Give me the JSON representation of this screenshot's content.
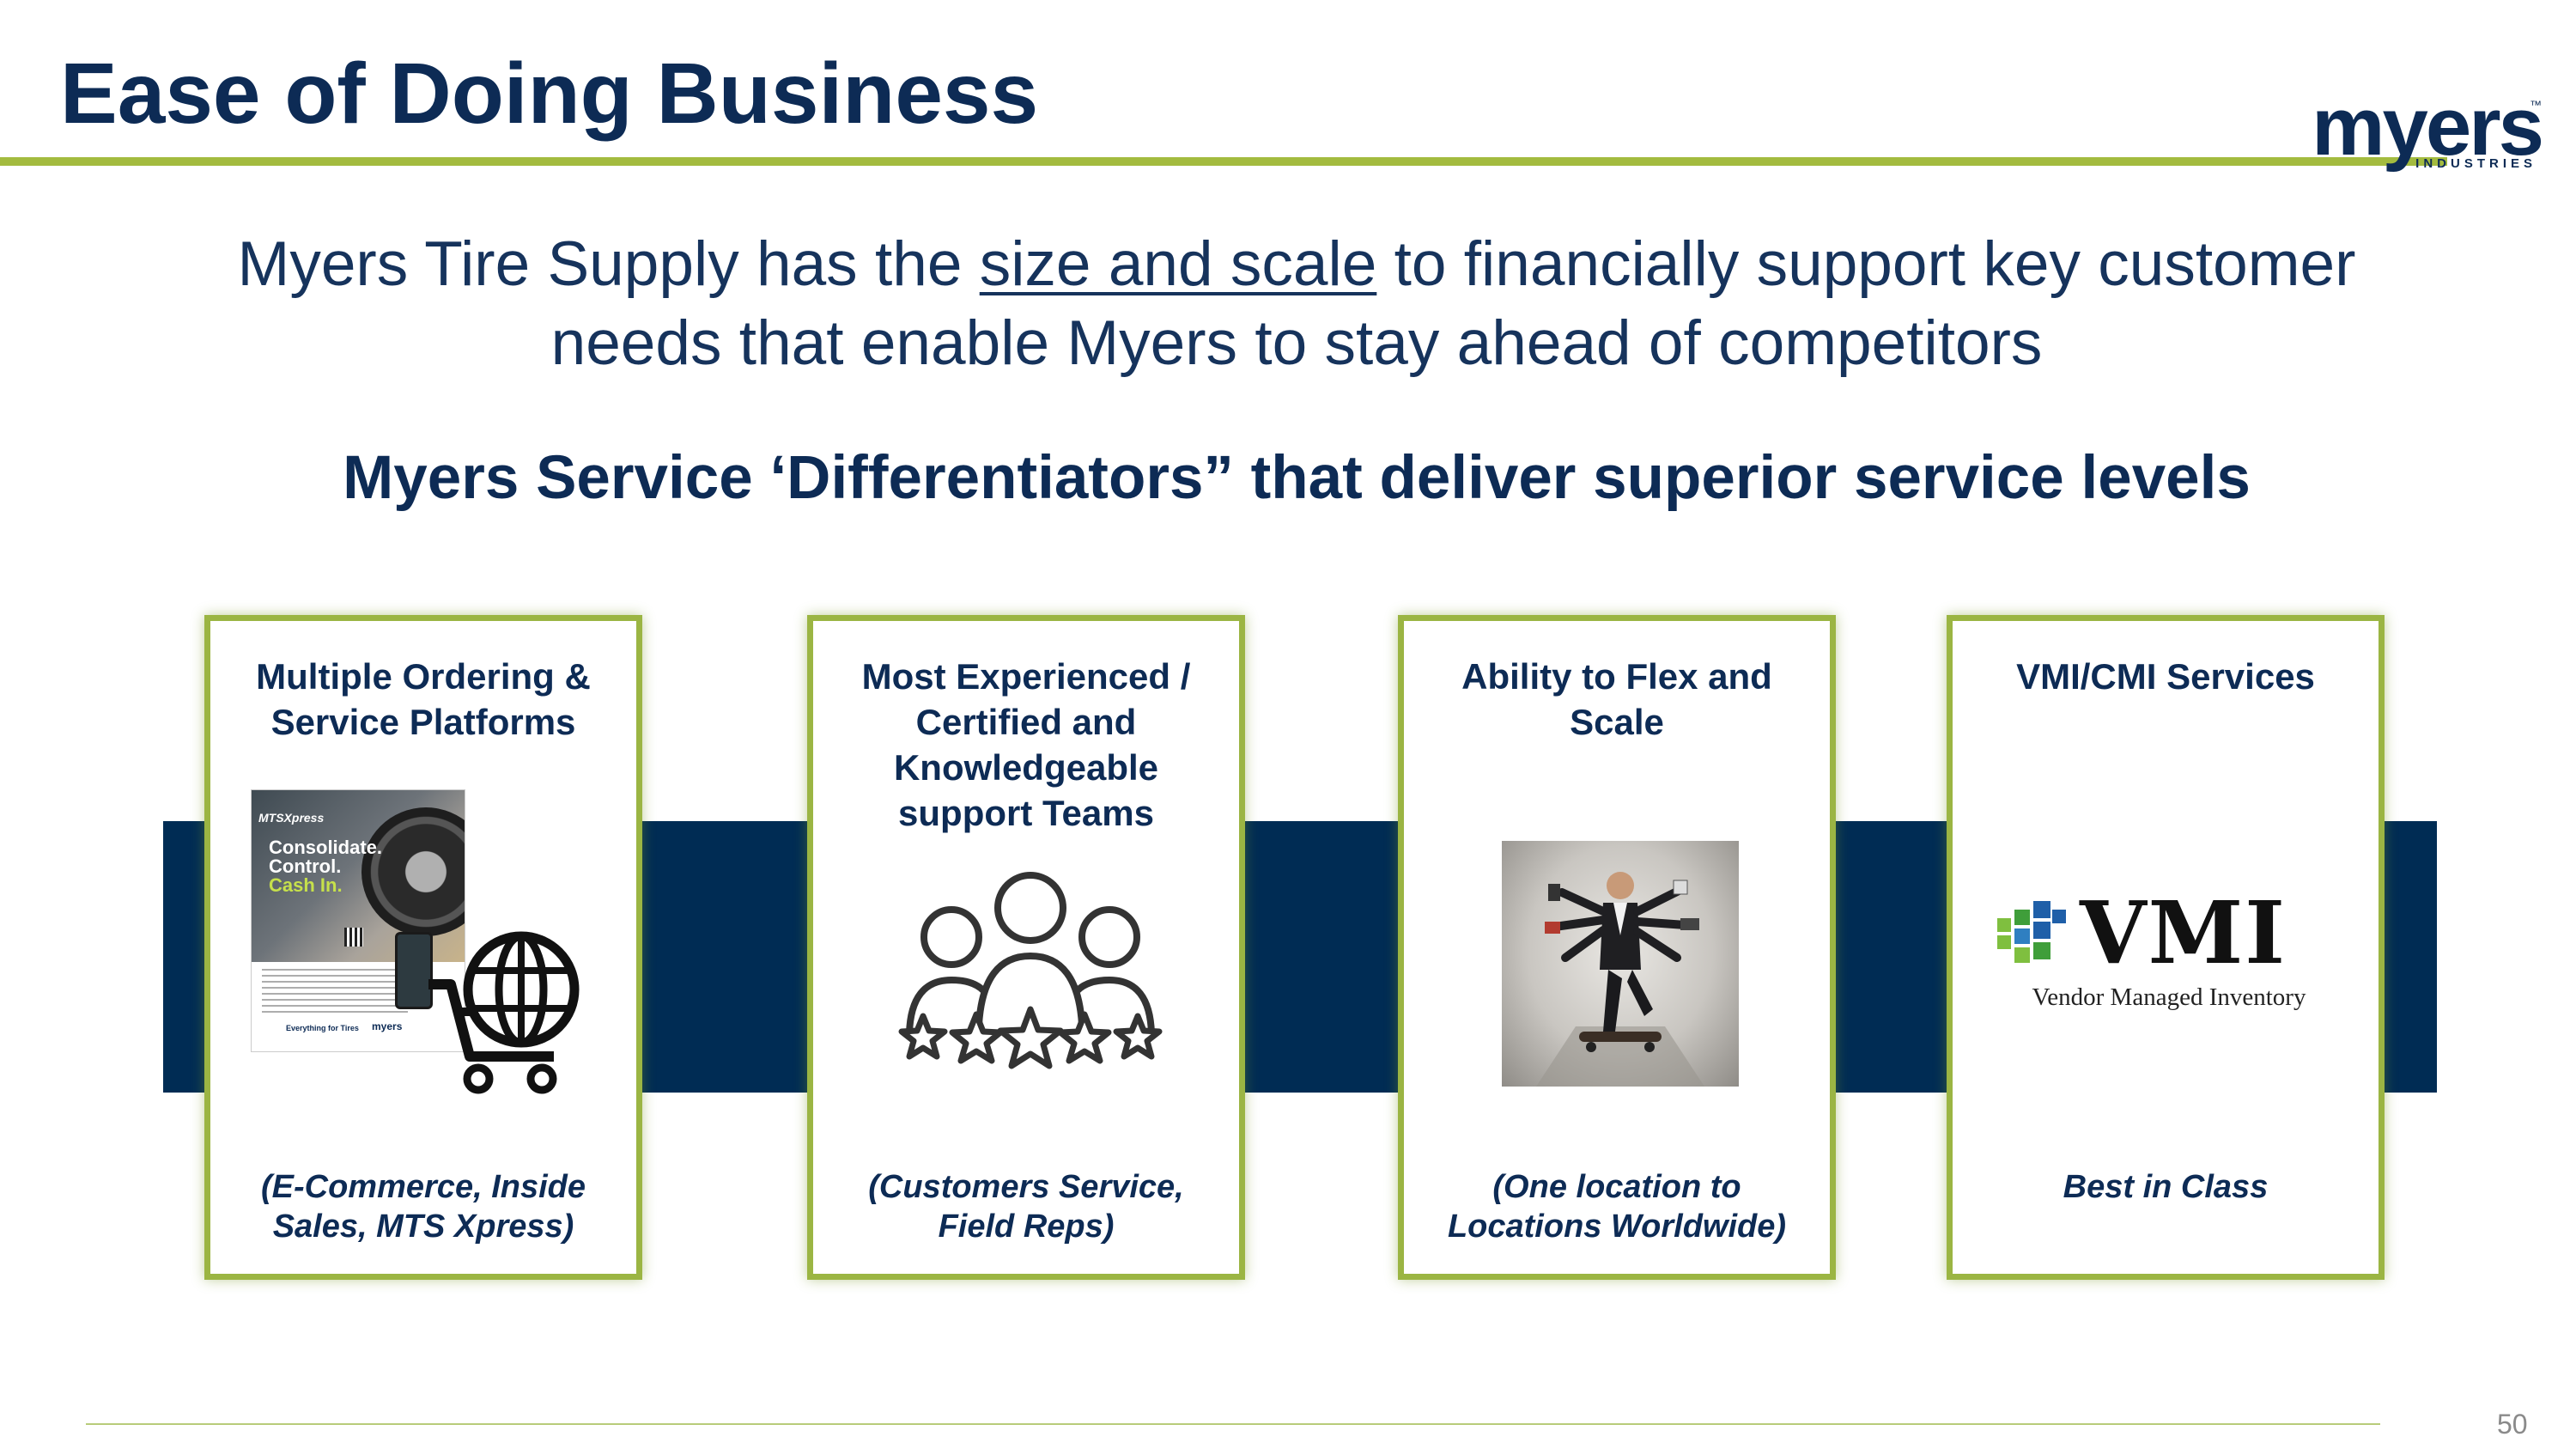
{
  "slide": {
    "title": "Ease of Doing Business",
    "page_number": "50"
  },
  "logo": {
    "word": "myers",
    "sub": "INDUSTRIES",
    "tm": "™"
  },
  "intro": {
    "before": "Myers Tire Supply has the ",
    "underlined": "size and scale",
    "line1_after": " to financially support key  customer",
    "line2": "needs that enable Myers to stay ahead of competitors"
  },
  "subtitle": "Myers Service ‘Differentiators” that deliver superior service levels",
  "colors": {
    "navy": "#0d2b55",
    "band": "#002c54",
    "accent_green": "#9bb543"
  },
  "cards": [
    {
      "title_lines": [
        "Multiple Ordering &",
        "Service Platforms"
      ],
      "footer_lines": [
        "(E-Commerce, Inside",
        "Sales, MTS Xpress)"
      ],
      "image": {
        "type": "brochure-with-cart-globe-icon",
        "brand": "MTSXpress",
        "lines": [
          "Consolidate.",
          "Control.",
          "Cash In."
        ],
        "footer": "Everything for Tires",
        "footer_logo": "myers"
      }
    },
    {
      "title_lines": [
        "Most Experienced /",
        "Certified and",
        "Knowledgeable",
        "support Teams"
      ],
      "footer_lines": [
        "(Customers Service,",
        "Field Reps)"
      ],
      "image": {
        "type": "team-stars-icon"
      }
    },
    {
      "title_lines": [
        "Ability to Flex and",
        "Scale"
      ],
      "footer_lines": [
        "(One location to",
        "Locations Worldwide)"
      ],
      "image": {
        "type": "multitasking-businessman-photo"
      }
    },
    {
      "title_lines": [
        "VMI/CMI Services"
      ],
      "footer_lines": [
        "Best in Class"
      ],
      "image": {
        "type": "vmi-logo",
        "word": "VMI",
        "sub": "Vendor Managed Inventory"
      }
    }
  ]
}
